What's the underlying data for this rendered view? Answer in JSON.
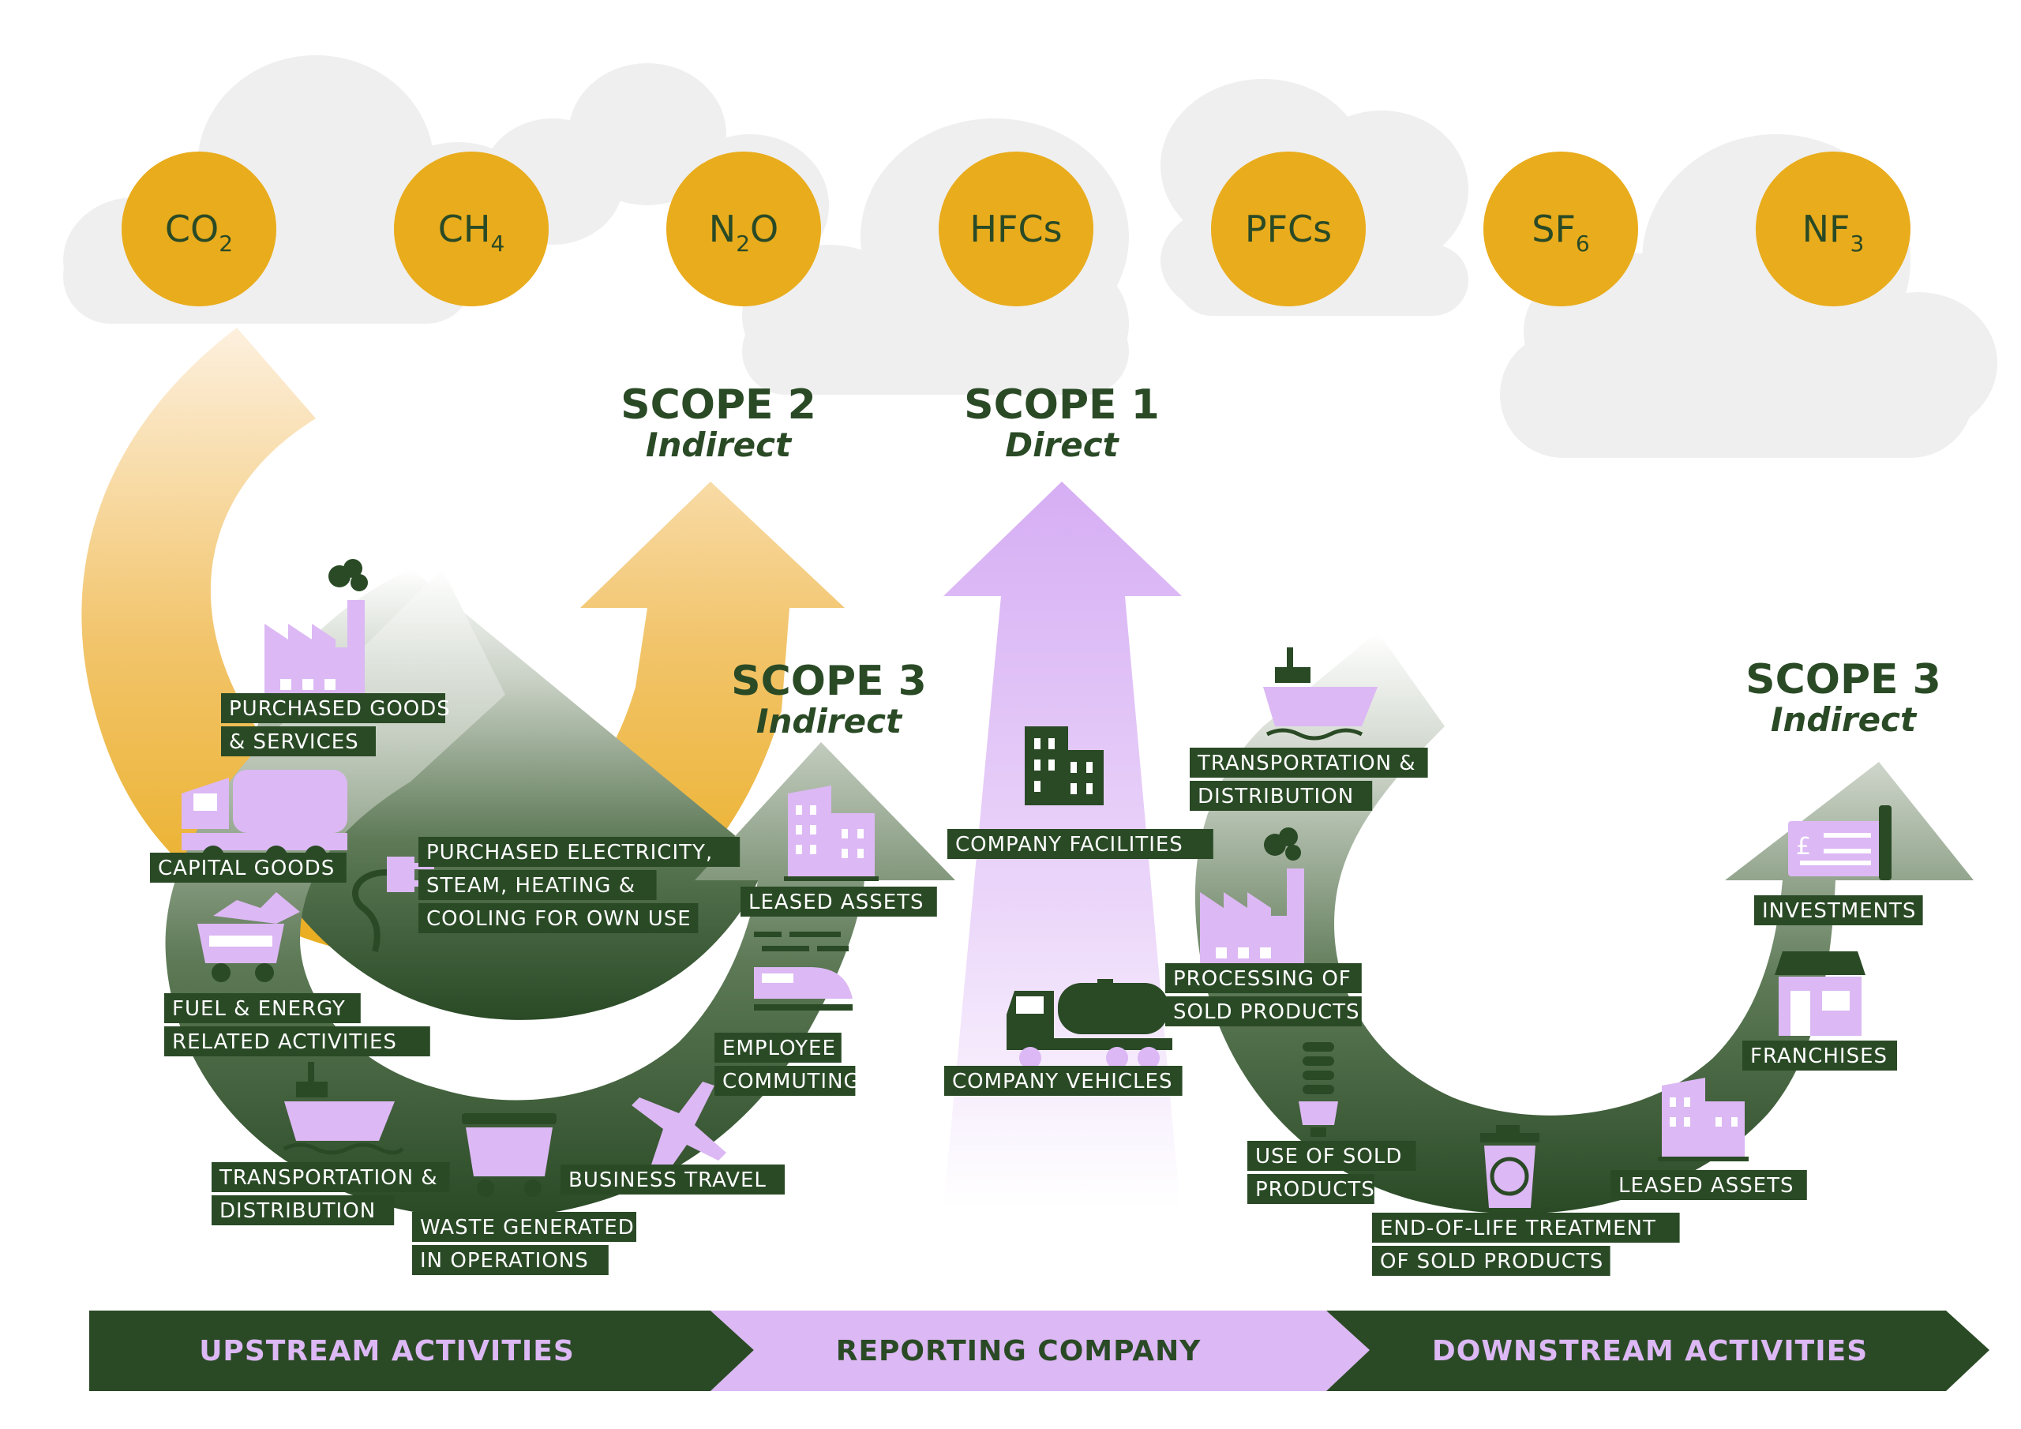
{
  "gases": [
    {
      "main": "CO",
      "sub": "2"
    },
    {
      "main": "CH",
      "sub": "4"
    },
    {
      "main": "N",
      "sub": "2",
      "tail": "O"
    },
    {
      "main": "HFCs",
      "sub": ""
    },
    {
      "main": "PFCs",
      "sub": ""
    },
    {
      "main": "SF",
      "sub": "6"
    },
    {
      "main": "NF",
      "sub": "3"
    }
  ],
  "scopes": {
    "scope2": {
      "title": "SCOPE 2",
      "subtitle": "Indirect"
    },
    "scope1": {
      "title": "SCOPE 1",
      "subtitle": "Direct"
    },
    "scope3_up": {
      "title": "SCOPE 3",
      "subtitle": "Indirect"
    },
    "scope3_down": {
      "title": "SCOPE 3",
      "subtitle": "Indirect"
    }
  },
  "labels": {
    "purchased_goods": [
      "PURCHASED GOODS",
      "& SERVICES"
    ],
    "capital_goods": [
      "CAPITAL GOODS"
    ],
    "purchased_electricity": [
      "PURCHASED ELECTRICITY,",
      "STEAM, HEATING &",
      "COOLING FOR OWN USE"
    ],
    "fuel_energy": [
      "FUEL & ENERGY",
      "RELATED ACTIVITIES"
    ],
    "transport_up": [
      "TRANSPORTATION &",
      "DISTRIBUTION"
    ],
    "waste": [
      "WASTE GENERATED",
      "IN OPERATIONS"
    ],
    "business_travel": [
      "BUSINESS TRAVEL"
    ],
    "employee_commuting": [
      "EMPLOYEE",
      "COMMUTING"
    ],
    "leased_up": [
      "LEASED ASSETS"
    ],
    "company_facilities": [
      "COMPANY FACILITIES"
    ],
    "company_vehicles": [
      "COMPANY VEHICLES"
    ],
    "transport_down": [
      "TRANSPORTATION &",
      "DISTRIBUTION"
    ],
    "processing": [
      "PROCESSING OF",
      "SOLD PRODUCTS"
    ],
    "use_sold": [
      "USE OF SOLD",
      "PRODUCTS"
    ],
    "end_of_life": [
      "END-OF-LIFE TREATMENT",
      "OF SOLD PRODUCTS"
    ],
    "leased_down": [
      "LEASED ASSETS"
    ],
    "franchises": [
      "FRANCHISES"
    ],
    "investments": [
      "INVESTMENTS"
    ]
  },
  "bands": {
    "upstream": "UPSTREAM ACTIVITIES",
    "reporting": "REPORTING COMPANY",
    "downstream": "DOWNSTREAM ACTIVITIES"
  },
  "colors": {
    "dark_green": "#2a4a26",
    "lilac": "#dcb8f4",
    "gold": "#e9ac1c",
    "orange_light": "#fbe4c4",
    "cloud": "#efefef"
  }
}
